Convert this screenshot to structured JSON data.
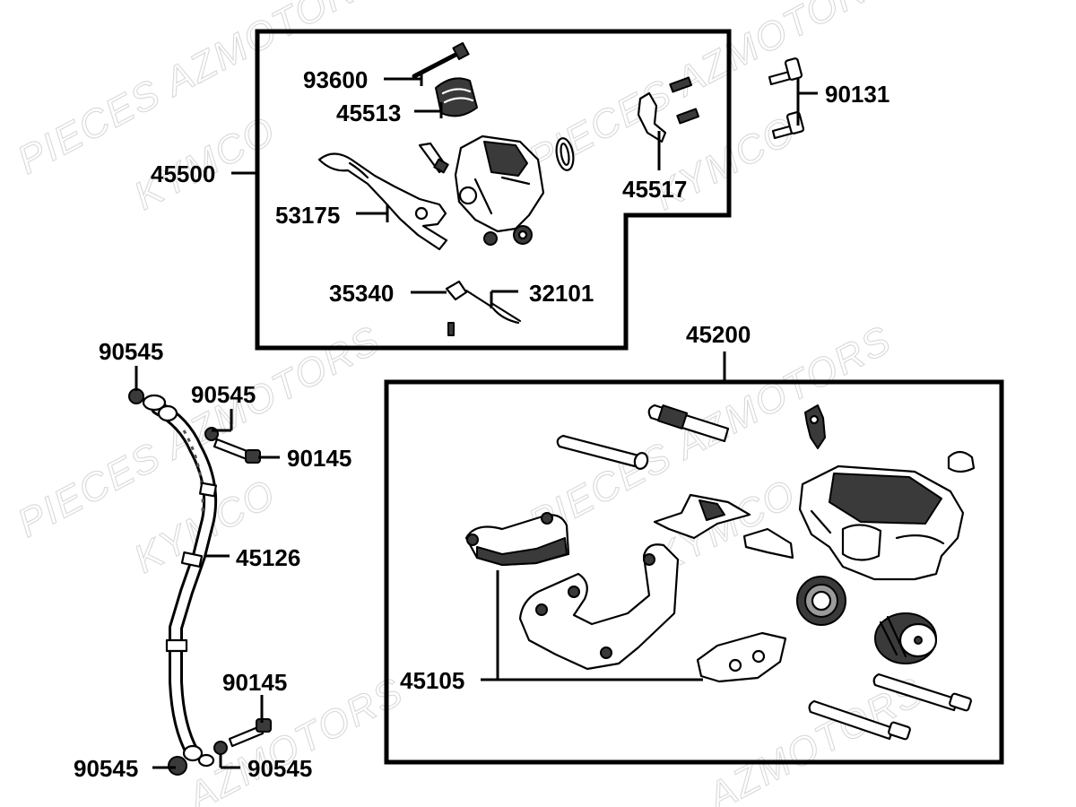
{
  "watermarks": [
    {
      "text": "PIECES AZMOTORS"
    },
    {
      "text": "KYMCO"
    },
    {
      "text": "PIECES AZMOTORS"
    },
    {
      "text": "KYMCO"
    },
    {
      "text": "PIECES AZMOTORS"
    },
    {
      "text": "KYMCO"
    },
    {
      "text": "PIECES AZMOTORS"
    },
    {
      "text": "KYMCO"
    },
    {
      "text": "AZMOTORS"
    },
    {
      "text": "AZMOTORS"
    }
  ],
  "labels": {
    "p93600": "93600",
    "p45513": "45513",
    "p45500": "45500",
    "p53175": "53175",
    "p45517": "45517",
    "p90131": "90131",
    "p35340": "35340",
    "p32101": "32101",
    "p45200": "45200",
    "p90545_a": "90545",
    "p90545_b": "90545",
    "p90145_a": "90145",
    "p45126": "45126",
    "p90145_b": "90145",
    "p90545_c": "90545",
    "p90545_d": "90545",
    "p45105": "45105"
  }
}
